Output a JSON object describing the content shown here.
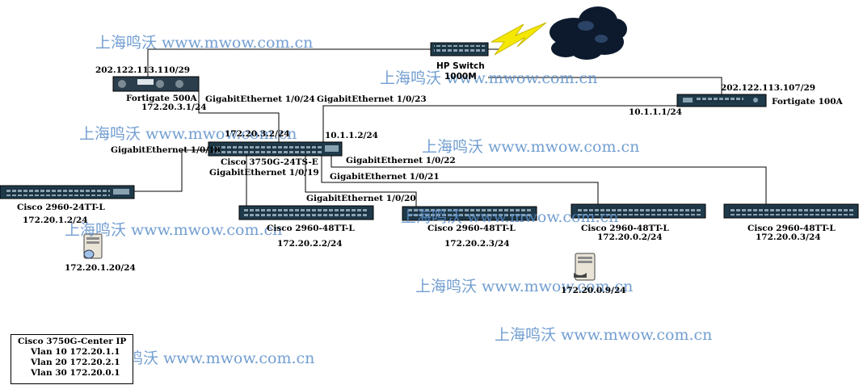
{
  "watermark": "上海鸣沃 www.mwow.com.cn",
  "devices": {
    "hp_switch": {
      "name": "HP Switch",
      "speed": "1000M"
    },
    "fortigate_500a": {
      "name": "Fortigate 500A",
      "wan_ip": "202.122.113.110/29",
      "lan_ip": "172.20.3.1/24"
    },
    "fortigate_100a": {
      "name": "Fortigate 100A",
      "wan_ip": "202.122.113.107/29",
      "lan_ip": "10.1.1.1/24"
    },
    "core": {
      "name": "Cisco 3750G-24TS-E",
      "ip_up": "10.1.1.2/24",
      "ip_fg": "172.20.3.2/24"
    },
    "sw_24tt": {
      "name": "Cisco 2960-24TT-L",
      "ip": "172.20.1.2/24"
    },
    "sw_48tt_a": {
      "name": "Cisco 2960-48TT-L",
      "ip": "172.20.2.2/24"
    },
    "sw_48tt_b": {
      "name": "Cisco 2960-48TT-L",
      "ip": "172.20.2.3/24"
    },
    "sw_48tt_c": {
      "name": "Cisco 2960-48TT-L",
      "ip": "172.20.0.2/24"
    },
    "sw_48tt_d": {
      "name": "Cisco 2960-48TT-L",
      "ip": "172.20.0.3/24"
    },
    "server_1": {
      "ip": "172.20.1.20/24"
    },
    "server_2": {
      "ip": "172.20.0.9/24"
    }
  },
  "ports": {
    "p24": "GigabitEthernet 1/0/24",
    "p23": "GigabitEthernet 1/0/23",
    "p18": "GigabitEthernet 1/0/18",
    "p19": "GigabitEthernet 1/0/19",
    "p20": "GigabitEthernet 1/0/20",
    "p21": "GigabitEthernet 1/0/21",
    "p22": "GigabitEthernet 1/0/22"
  },
  "legend": {
    "title": "Cisco 3750G-Center IP",
    "rows": [
      "Vlan 10 172.20.1.1",
      "Vlan 20 172.20.2.1",
      "Vlan 30 172.20.0.1"
    ]
  },
  "colors": {
    "line": "#000000",
    "device": "#1f3a4a",
    "watermark": "#5a8ec9",
    "lightning": "#f5e800",
    "cloud": "#0d1a2e"
  }
}
